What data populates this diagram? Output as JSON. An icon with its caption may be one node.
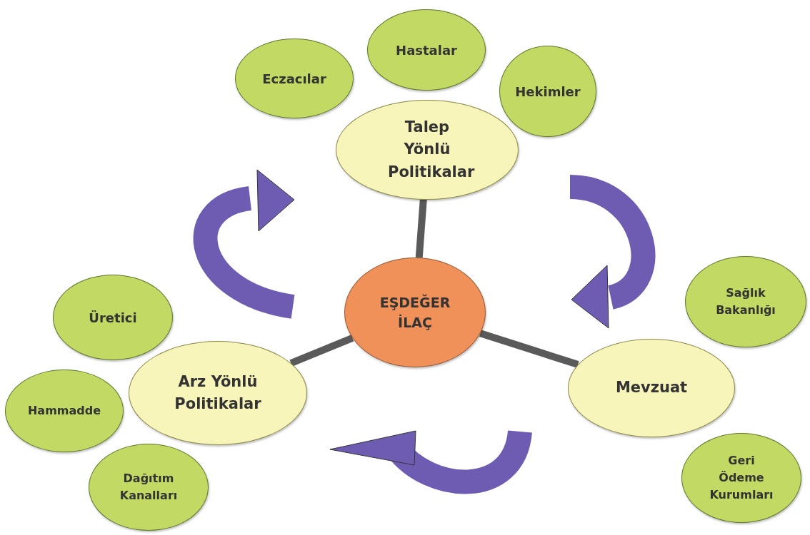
{
  "diagram": {
    "nodes": [
      {
        "text": [
          "Eczacılar"
        ]
      },
      {
        "text": [
          "Hastalar"
        ]
      },
      {
        "text": [
          "Hekimler"
        ]
      },
      {
        "text": [
          "Talep Yönlü Politikalar"
        ]
      },
      {
        "text": [
          "EŞDEĞER İLAÇ"
        ]
      },
      {
        "text": [
          "Sağlık Bakanlığı"
        ]
      },
      {
        "text": [
          "Üretici"
        ]
      },
      {
        "text": [
          "Arz Yönlü Politikalar"
        ]
      },
      {
        "text": [
          "Mevzuat"
        ]
      },
      {
        "text": [
          "Hammadde"
        ]
      },
      {
        "text": [
          "Dağıtım Kanalları"
        ]
      },
      {
        "text": [
          "Geri Ödeme Kurumları"
        ]
      }
    ],
    "edges": [
      {
        "from": 3,
        "to": 4,
        "arrow": "none"
      },
      {
        "from": 4,
        "to": 7,
        "arrow": "none"
      },
      {
        "from": 4,
        "to": 8,
        "arrow": "none"
      }
    ]
  }
}
